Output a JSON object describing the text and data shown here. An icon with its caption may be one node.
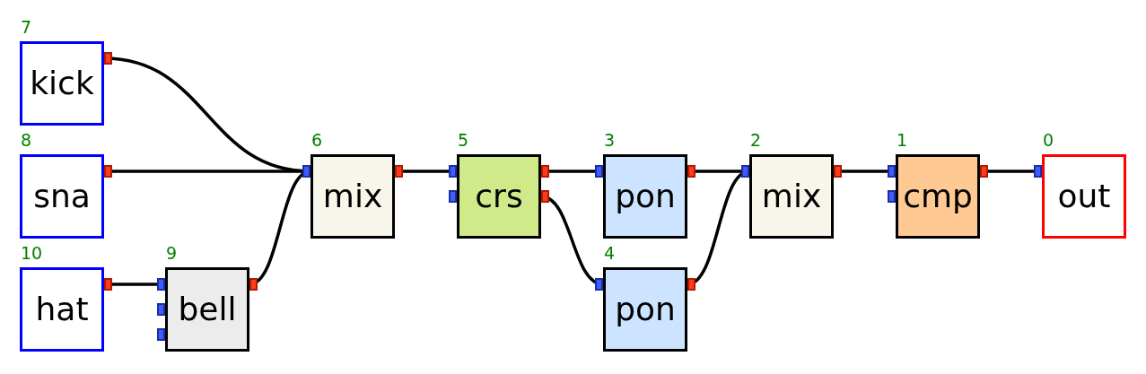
{
  "diagram": {
    "nodes": [
      {
        "text": [
          "kick"
        ],
        "beside": [
          "7"
        ]
      },
      {
        "text": [
          "sna"
        ],
        "beside": [
          "8"
        ]
      },
      {
        "text": [
          "hat"
        ],
        "beside": [
          "10"
        ]
      },
      {
        "text": [
          "bell"
        ],
        "beside": [
          "9"
        ]
      },
      {
        "text": [
          "mix"
        ],
        "beside": [
          "6"
        ]
      },
      {
        "text": [
          "crs"
        ],
        "beside": [
          "5"
        ]
      },
      {
        "text": [
          "pon"
        ],
        "beside": [
          "3"
        ]
      },
      {
        "text": [
          "pon"
        ],
        "beside": [
          "4"
        ]
      },
      {
        "text": [
          "mix"
        ],
        "beside": [
          "2"
        ]
      },
      {
        "text": [
          "cmp"
        ],
        "beside": [
          "1"
        ]
      },
      {
        "text": [
          "out"
        ],
        "beside": [
          "0"
        ]
      }
    ],
    "edges": [
      {
        "from": 0,
        "to": 4,
        "arrow": "other"
      },
      {
        "from": 1,
        "to": 4,
        "arrow": "other"
      },
      {
        "from": 2,
        "to": 3,
        "arrow": "other"
      },
      {
        "from": 3,
        "to": 4,
        "arrow": "other"
      },
      {
        "from": 4,
        "to": 5,
        "arrow": "other"
      },
      {
        "from": 5,
        "to": 6,
        "arrow": "other"
      },
      {
        "from": 5,
        "to": 7,
        "arrow": "other"
      },
      {
        "from": 6,
        "to": 8,
        "arrow": "other"
      },
      {
        "from": 7,
        "to": 8,
        "arrow": "other"
      },
      {
        "from": 8,
        "to": 9,
        "arrow": "other"
      },
      {
        "from": 9,
        "to": 10,
        "arrow": "other"
      }
    ]
  }
}
